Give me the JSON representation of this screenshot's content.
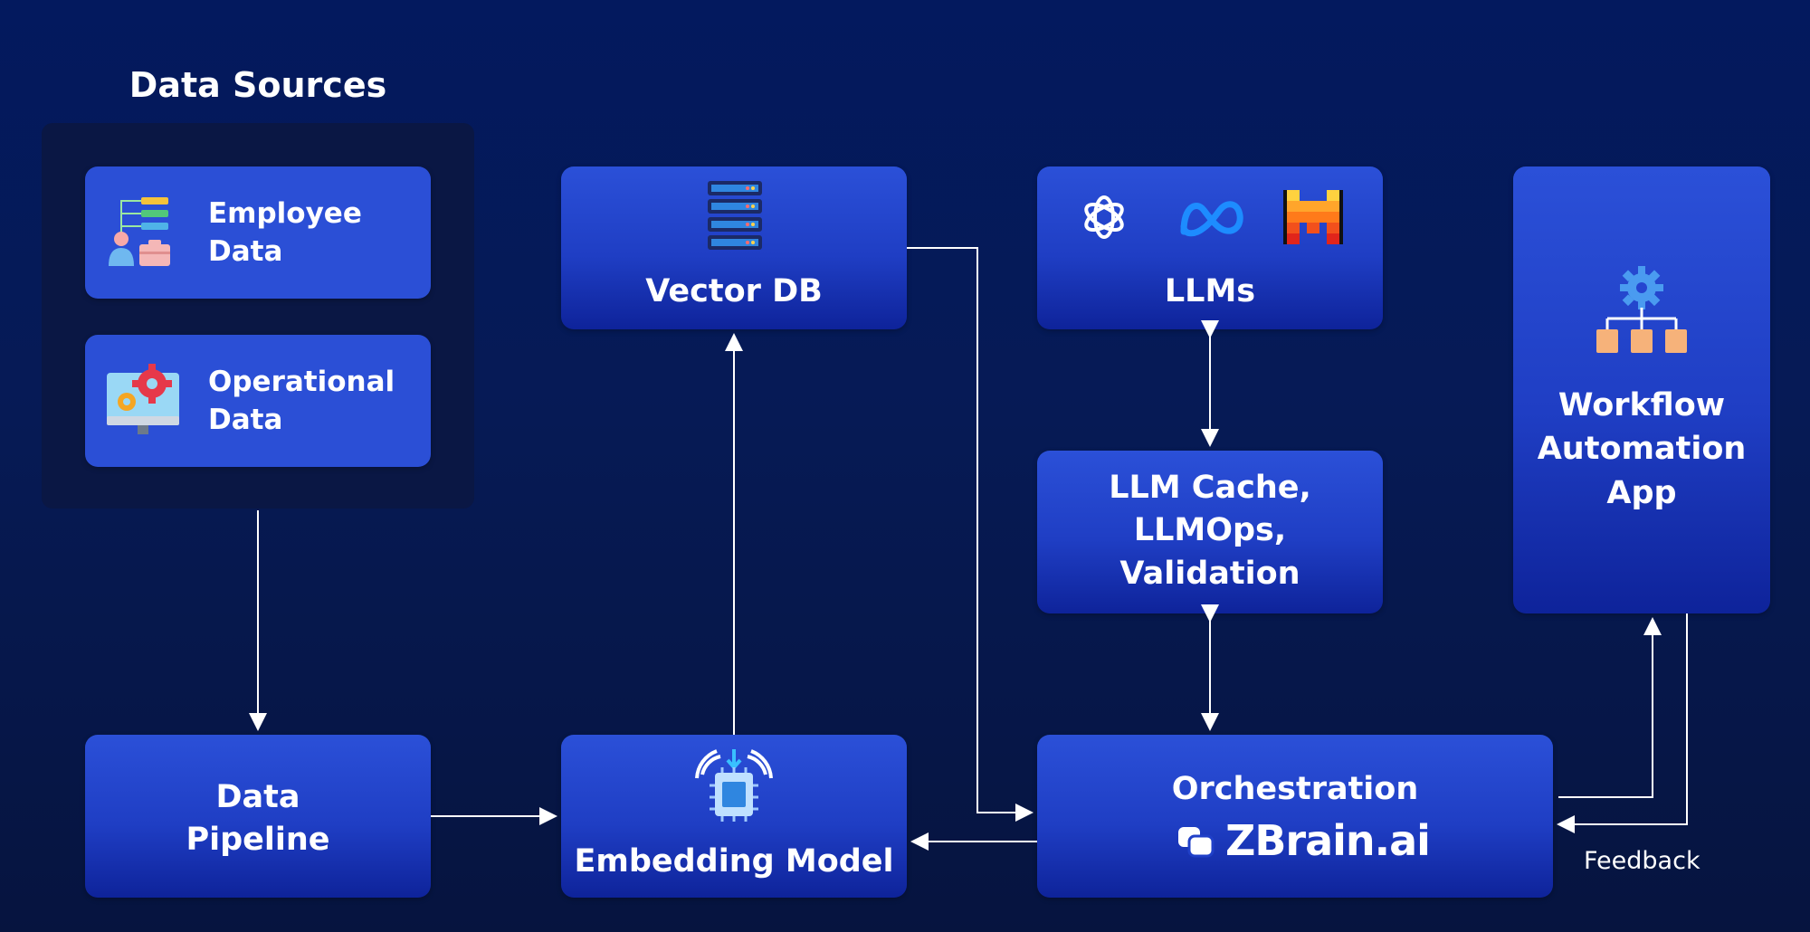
{
  "diagram": {
    "title": "Data Sources",
    "nodes": {
      "employee_data": {
        "line1": "Employee",
        "line2": "Data",
        "icon": "employee-data-icon"
      },
      "operational_data": {
        "line1": "Operational",
        "line2": "Data",
        "icon": "operations-monitor-icon"
      },
      "vector_db": {
        "label": "Vector DB",
        "icon": "database-server-icon"
      },
      "llms": {
        "label": "LLMs",
        "icons": [
          "openai-icon",
          "meta-icon",
          "mistral-icon"
        ]
      },
      "llm_cache": {
        "line1": "LLM Cache,",
        "line2": "LLMOps,",
        "line3": "Validation"
      },
      "workflow_app": {
        "line1": "Workflow",
        "line2": "Automation",
        "line3": "App",
        "icon": "workflow-gear-icon"
      },
      "data_pipeline": {
        "line1": "Data",
        "line2": "Pipeline"
      },
      "embedding_model": {
        "label": "Embedding Model",
        "icon": "chip-icon"
      },
      "orchestration": {
        "label": "Orchestration",
        "brand": "ZBrain.ai",
        "icon": "zbrain-logo-icon"
      }
    },
    "edge_labels": {
      "feedback": "Feedback"
    },
    "colors": {
      "background": "#061a55",
      "node": "#2545d0",
      "panel": "#0a1744",
      "arrow": "#ffffff"
    }
  }
}
